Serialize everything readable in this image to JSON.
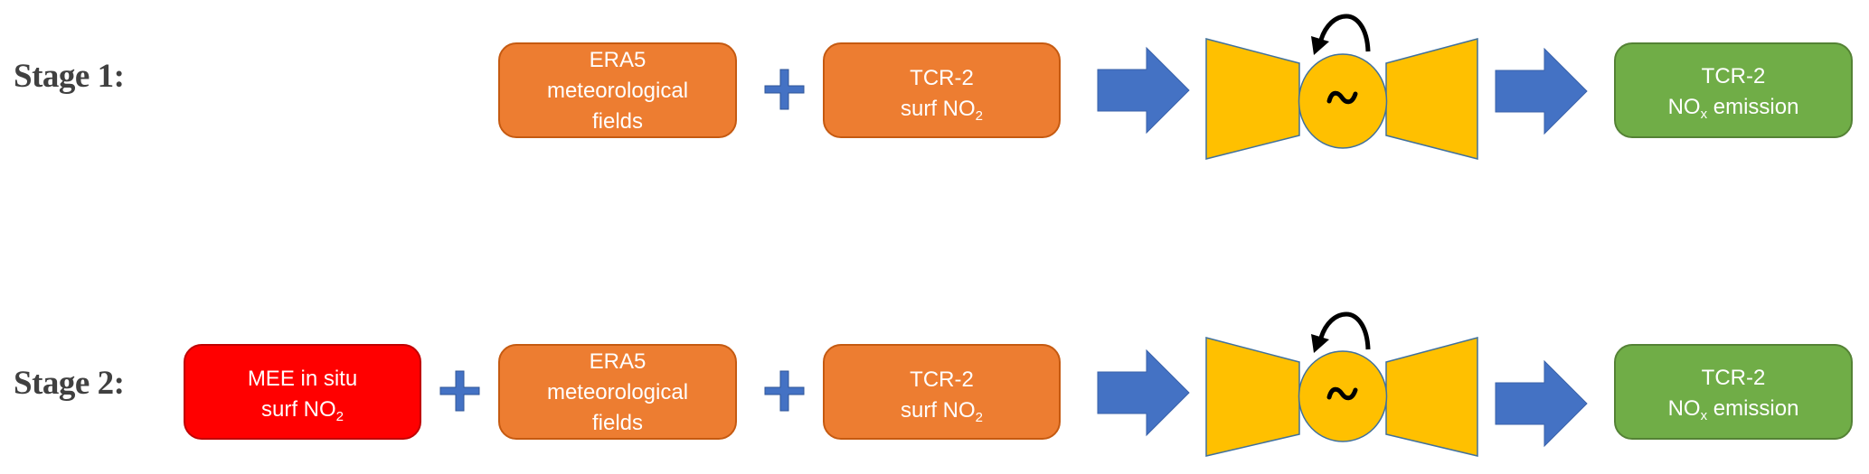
{
  "colors": {
    "orange_box": "#ED7D31",
    "red_box": "#FF0000",
    "green_box": "#70AD47",
    "blue_arrow": "#4472C4",
    "generator_yellow": "#FFC000",
    "label_text": "#404040"
  },
  "icons": {
    "plus": "plus-icon",
    "arrow": "right-arrow-icon",
    "generator": "generator-icon",
    "rotation": "rotation-arrow-icon",
    "tilde": "tilde-icon"
  },
  "stage1": {
    "label": "Stage 1:",
    "inputs": [
      {
        "line1": "ERA5",
        "line2": "meteorological",
        "line3": "fields"
      },
      {
        "line1": "TCR-2",
        "line2_prefix": "surf NO",
        "line2_sub": "2"
      }
    ],
    "output": {
      "line1": "TCR-2",
      "line2_prefix": "NO",
      "line2_sub": "x",
      "line2_suffix": " emission"
    },
    "generator_symbol": "~"
  },
  "stage2": {
    "label": "Stage 2:",
    "inputs": [
      {
        "line1": "MEE in situ",
        "line2_prefix": "surf NO",
        "line2_sub": "2"
      },
      {
        "line1": "ERA5",
        "line2": "meteorological",
        "line3": "fields"
      },
      {
        "line1": "TCR-2",
        "line2_prefix": "surf NO",
        "line2_sub": "2"
      }
    ],
    "output": {
      "line1": "TCR-2",
      "line2_prefix": "NO",
      "line2_sub": "x",
      "line2_suffix": " emission"
    },
    "generator_symbol": "~"
  }
}
